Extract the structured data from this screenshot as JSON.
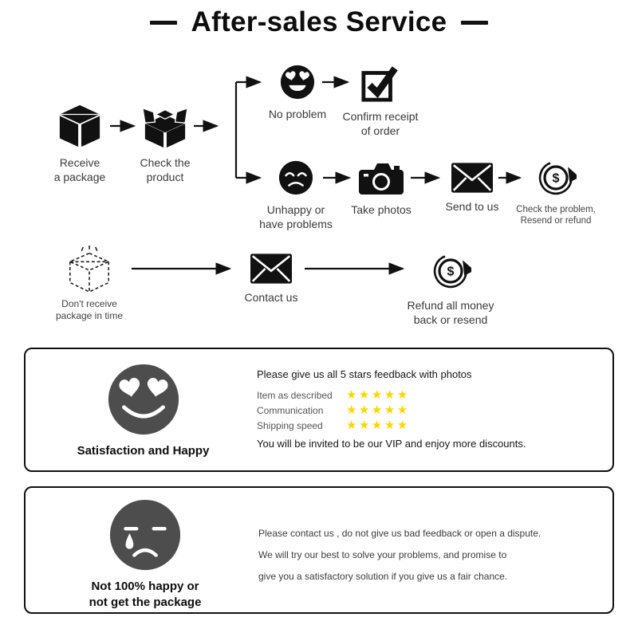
{
  "title": "After-sales Service",
  "flow": {
    "receive_package": "Receive\na package",
    "check_product": "Check the\nproduct",
    "no_problem": "No problem",
    "confirm_receipt": "Confirm receipt\nof order",
    "unhappy": "Unhappy or\nhave problems",
    "take_photos": "Take photos",
    "send_to_us": "Send to us",
    "check_problem": "Check the problem,\nResend or refund",
    "not_receive": "Don't receive\npackage in time",
    "contact_us": "Contact us",
    "refund": "Refund all money\nback or resend"
  },
  "panel_happy": {
    "caption": "Satisfaction and Happy",
    "heading": "Please give us all 5 stars feedback with photos",
    "ratings": [
      {
        "label": "Item as described",
        "stars": "★★★★★"
      },
      {
        "label": "Communication",
        "stars": "★★★★★"
      },
      {
        "label": "Shipping speed",
        "stars": "★★★★★"
      }
    ],
    "footer": "You will be invited to be our VIP and enjoy more discounts."
  },
  "panel_unhappy": {
    "caption": "Not 100% happy or\nnot get the package",
    "lines": [
      "Please contact us , do not give us bad feedback or open a dispute.",
      "We will try our best to solve your problems, and promise to",
      "give you a satisfactory solution if you give us a fair chance."
    ]
  },
  "icons": {
    "dollar": "$"
  },
  "colors": {
    "star": "#FFD600",
    "face_gray": "#4d4d4d",
    "ink": "#111111"
  }
}
